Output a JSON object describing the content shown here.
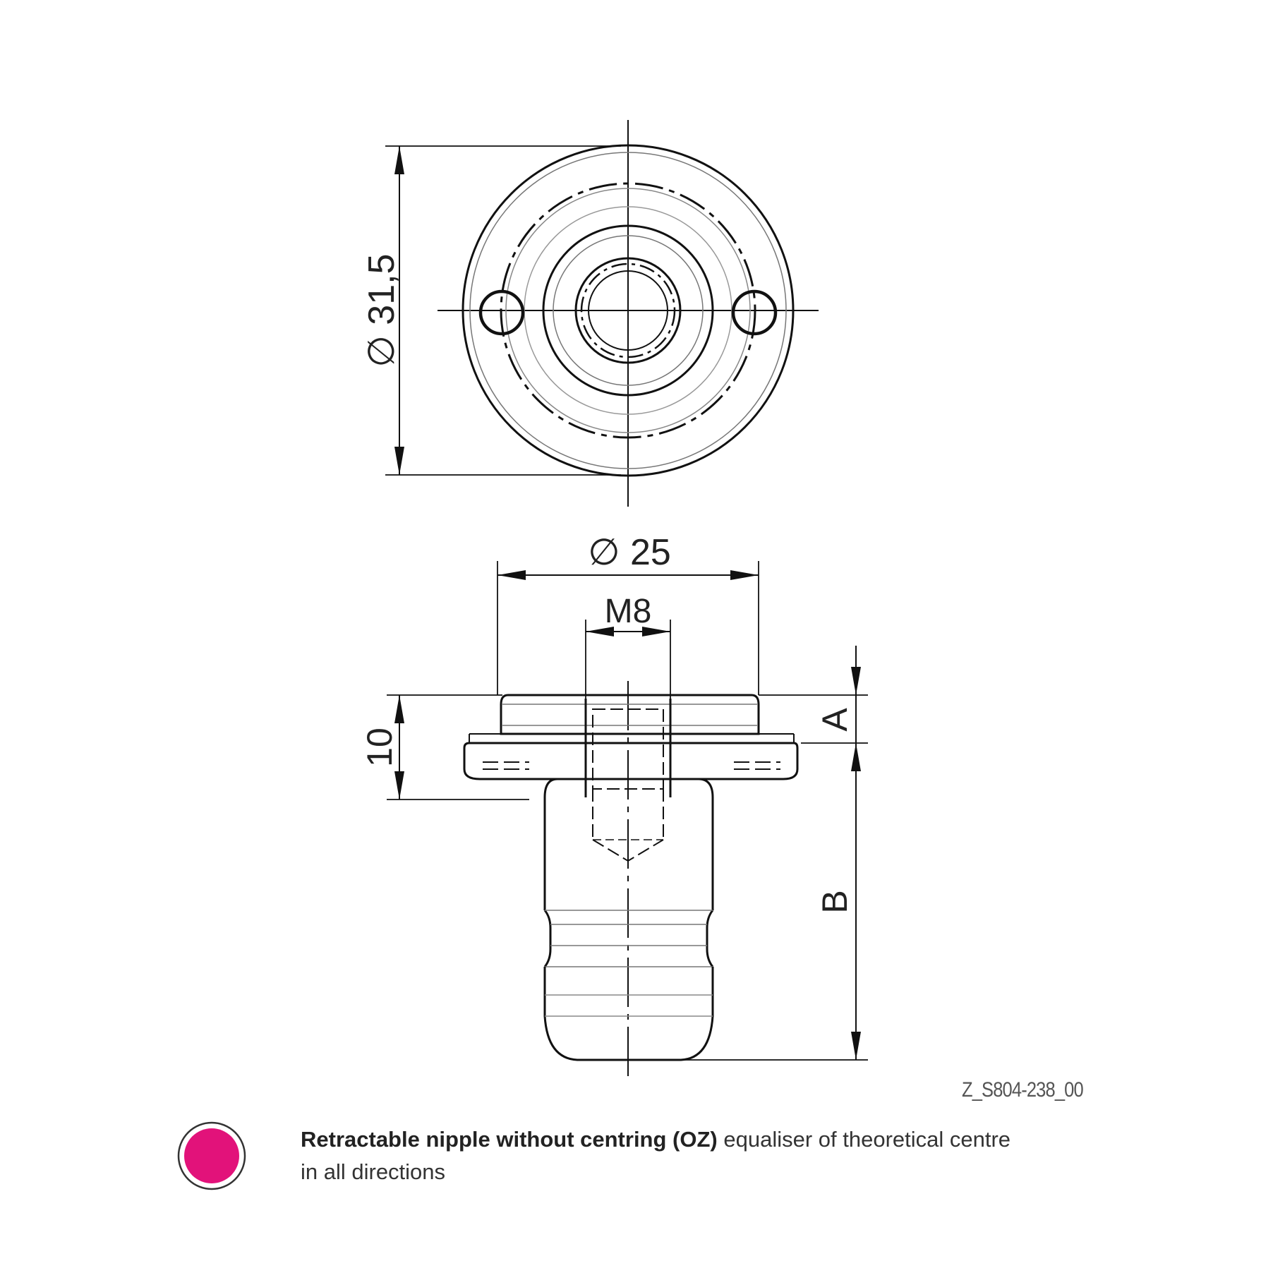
{
  "drawing": {
    "dim_diameter_top": "∅ 31,5",
    "dim_diameter_side": "∅ 25",
    "dim_thread": "M8",
    "dim_height": "10",
    "dim_A": "A",
    "dim_B": "B"
  },
  "reference_code": "Z_S804-238_00",
  "legend": {
    "badge_color": "#e2127a",
    "title": "Retractable nipple without centring (OZ)",
    "description_line1": " equaliser of theoretical centre",
    "description_line2": "in all directions"
  }
}
